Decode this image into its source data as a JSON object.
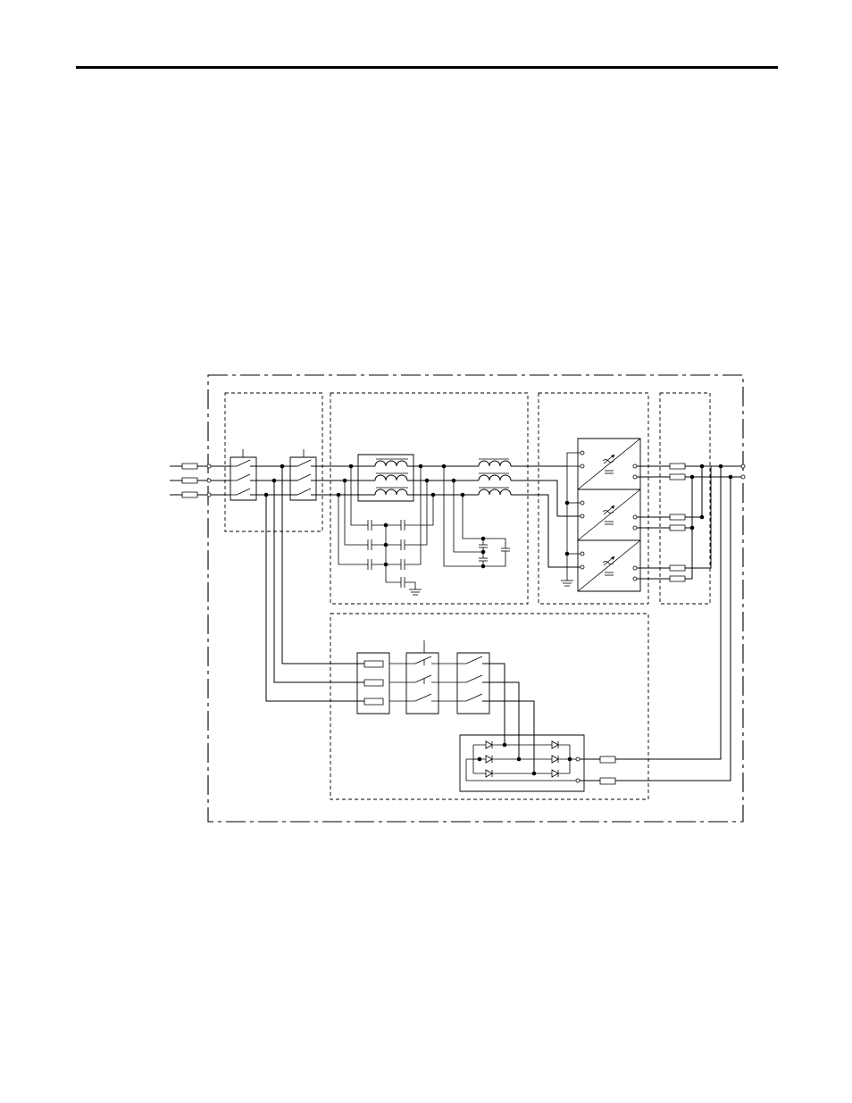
{
  "page": {
    "header_rule": true
  },
  "colors": {
    "ink": "#000000",
    "background": "#ffffff"
  },
  "diagram": {
    "type": "electrical single-line schematic",
    "sections": [
      {
        "id": "outer-enclosure",
        "border": "dash-dot"
      },
      {
        "id": "input-switchgear",
        "border": "dashed"
      },
      {
        "id": "input-filter",
        "border": "dashed"
      },
      {
        "id": "converter-modules",
        "border": "dashed",
        "module_count": 3
      },
      {
        "id": "output-fuses",
        "border": "dashed"
      },
      {
        "id": "precharge-section",
        "border": "dashed"
      }
    ],
    "labels": []
  }
}
